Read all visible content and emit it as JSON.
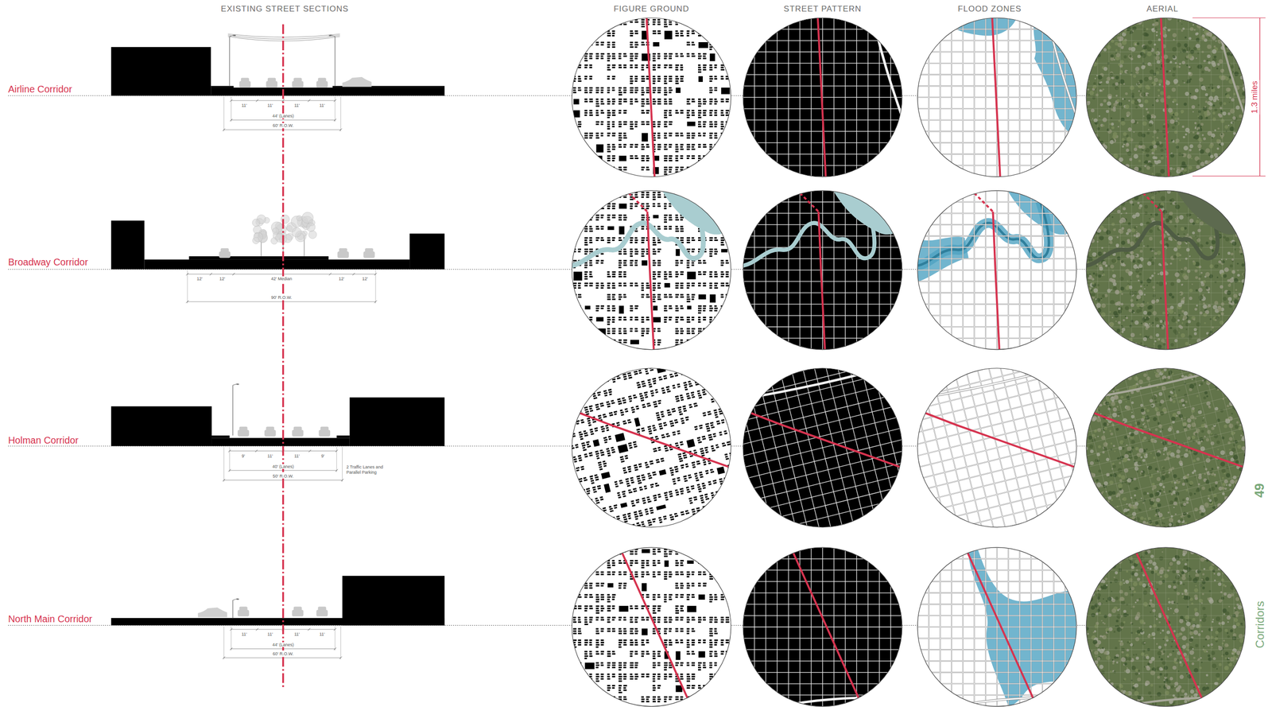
{
  "diagram": {
    "labels": [
      "EXISTING STREET SECTIONS",
      "FIGURE GROUND",
      "STREET PATTERN",
      "FLOOD ZONES",
      "AERIAL",
      "Airline Corridor",
      "11'",
      "11'",
      "11'",
      "11'",
      "44' (Lanes)",
      "60' R.O.W.",
      "Broadway Corridor",
      "12'",
      "12'",
      "42' Median",
      "12'",
      "12'",
      "90' R.O.W.",
      "Holman Corridor",
      "9'",
      "11'",
      "11'",
      "9'",
      "40' (Lanes)",
      "50' R.O.W.",
      "2 Traffic Lanes and Parallel Parking",
      "North Main Corridor",
      "11'",
      "11'",
      "11'",
      "11'",
      "44' (Lanes)",
      "60' R.O.W.",
      "1.3 miles",
      "49",
      "Corridors"
    ]
  }
}
